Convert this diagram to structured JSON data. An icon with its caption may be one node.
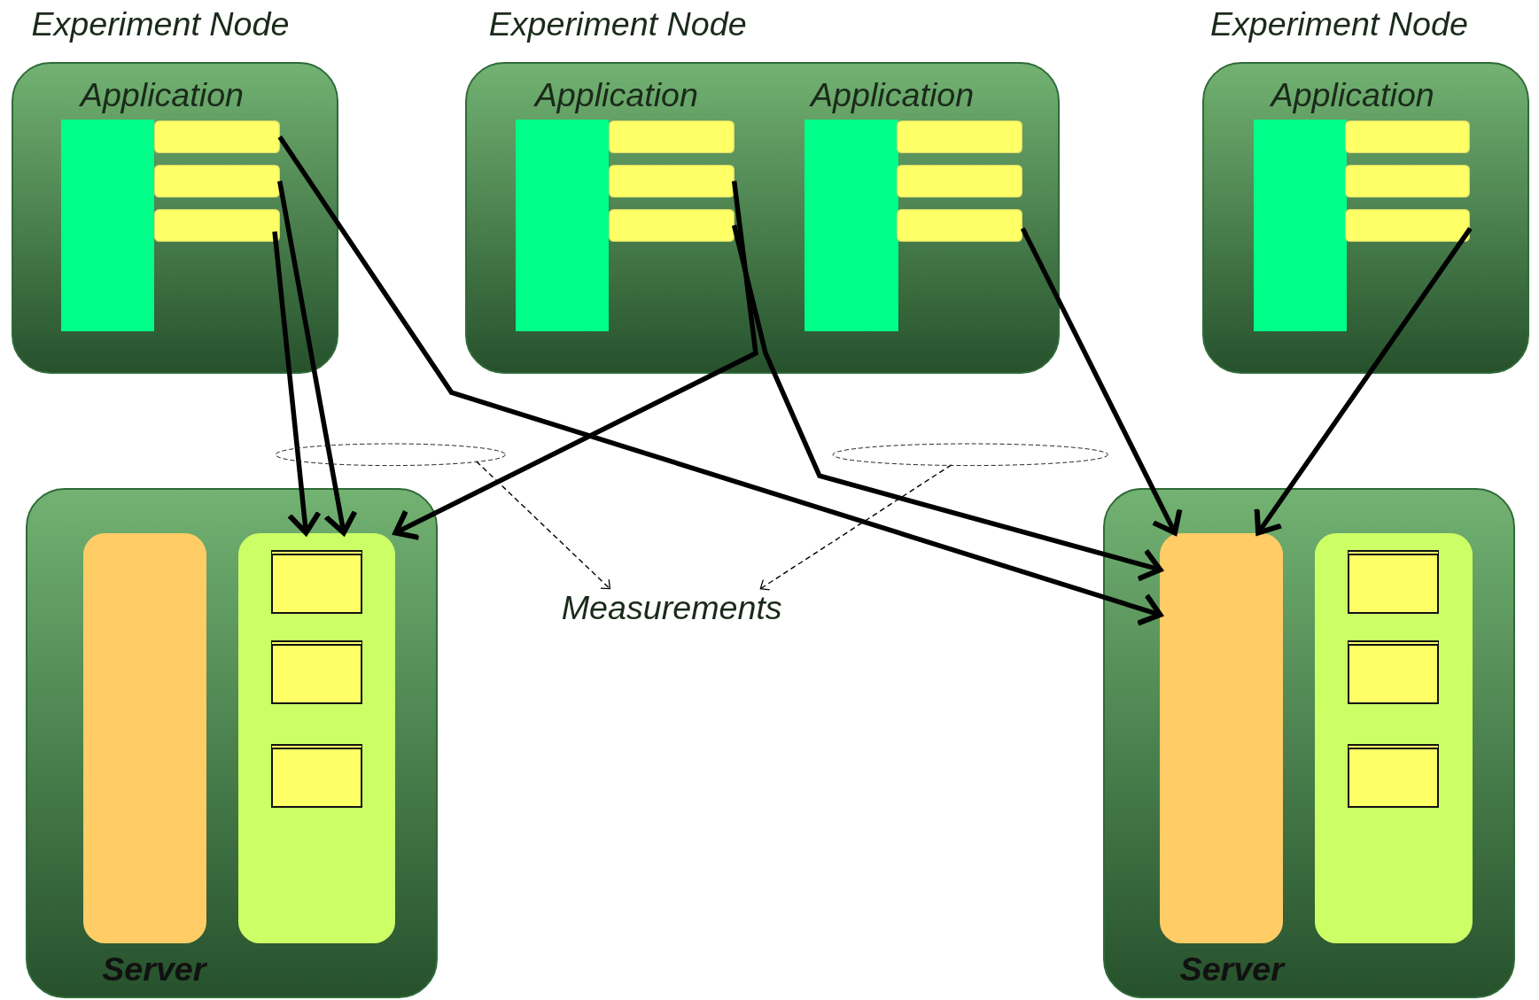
{
  "diagram": {
    "nodes": [
      {
        "text": [
          "Experiment Node"
        ]
      },
      {
        "text": [
          "Application"
        ],
        "in": 0
      },
      {
        "text": [],
        "shape": "bar",
        "in": 1
      },
      {
        "text": [],
        "shape": "box",
        "in": 1
      },
      {
        "text": [],
        "shape": "box",
        "in": 1
      },
      {
        "text": [],
        "shape": "box",
        "in": 1
      },
      {
        "text": [
          "Experiment Node"
        ]
      },
      {
        "text": [
          "Application"
        ],
        "in": 6
      },
      {
        "text": [],
        "shape": "bar",
        "in": 7
      },
      {
        "text": [],
        "shape": "box",
        "in": 7
      },
      {
        "text": [],
        "shape": "box",
        "in": 7
      },
      {
        "text": [],
        "shape": "box",
        "in": 7
      },
      {
        "text": [
          "Application"
        ],
        "in": 6
      },
      {
        "text": [],
        "shape": "bar",
        "in": 12
      },
      {
        "text": [],
        "shape": "box",
        "in": 12
      },
      {
        "text": [],
        "shape": "box",
        "in": 12
      },
      {
        "text": [],
        "shape": "box",
        "in": 12
      },
      {
        "text": [
          "Experiment Node"
        ]
      },
      {
        "text": [
          "Application"
        ],
        "in": 17
      },
      {
        "text": [],
        "shape": "bar",
        "in": 18
      },
      {
        "text": [],
        "shape": "box",
        "in": 18
      },
      {
        "text": [],
        "shape": "box",
        "in": 18
      },
      {
        "text": [],
        "shape": "box",
        "in": 18
      },
      {
        "text": [
          "Server"
        ]
      },
      {
        "text": [],
        "shape": "bar",
        "in": 23
      },
      {
        "text": [],
        "shape": "box",
        "in": 23
      },
      {
        "text": [],
        "shape": "box",
        "in": 25
      },
      {
        "text": [],
        "shape": "box",
        "in": 25
      },
      {
        "text": [],
        "shape": "box",
        "in": 25
      },
      {
        "text": [
          "Server"
        ]
      },
      {
        "text": [],
        "shape": "bar",
        "in": 29
      },
      {
        "text": [],
        "shape": "box",
        "in": 29
      },
      {
        "text": [],
        "shape": "box",
        "in": 31
      },
      {
        "text": [],
        "shape": "box",
        "in": 31
      },
      {
        "text": [],
        "shape": "box",
        "in": 31
      },
      {
        "text": [
          "Measurements"
        ]
      },
      {
        "text": [],
        "shape": "ellipse"
      },
      {
        "text": [],
        "shape": "ellipse"
      }
    ],
    "edges": [
      {
        "from": 3,
        "to": 30,
        "arrow": "to"
      },
      {
        "from": 4,
        "to": 25,
        "arrow": "to"
      },
      {
        "from": 5,
        "to": 25,
        "arrow": "to"
      },
      {
        "from": 10,
        "to": 25,
        "arrow": "to"
      },
      {
        "from": 11,
        "to": 30,
        "arrow": "to"
      },
      {
        "from": 16,
        "to": 30,
        "arrow": "to"
      },
      {
        "from": 22,
        "to": 30,
        "arrow": "to"
      },
      {
        "from": 36,
        "to": 35,
        "arrow": "to",
        "style": "dashed"
      },
      {
        "from": 37,
        "to": 35,
        "arrow": "to",
        "style": "dashed"
      }
    ]
  }
}
